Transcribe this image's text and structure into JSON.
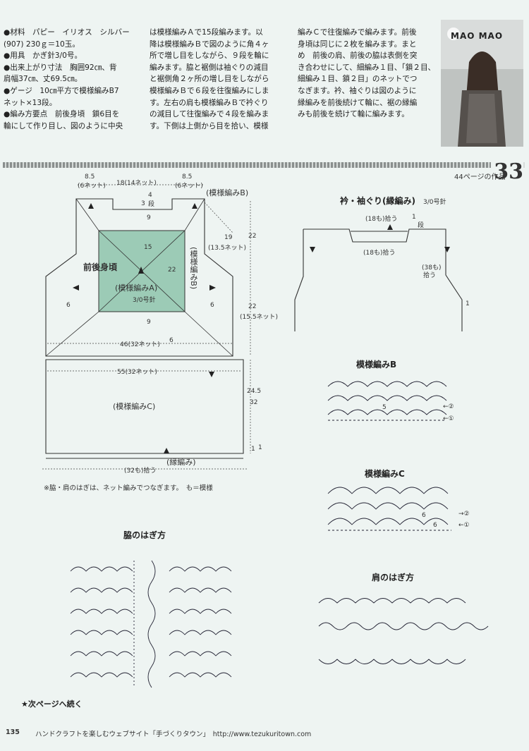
{
  "text_columns": {
    "col1": [
      "●材料　パピー　イリオス　シルバー",
      "(907) 230ｇ＝10玉。",
      "●用具　かぎ針3/0号。",
      "●出来上がり寸法　胸囲92㎝、背",
      "肩幅37㎝、丈69.5㎝。",
      "●ゲージ　10㎝平方で模様編みB7",
      "ネット×13段。",
      "●編み方要点　前後身頃　鎖6目を",
      "輪にして作り目し、図のように中央"
    ],
    "col2": [
      "は模様編みＡで15段編みます。以",
      "降は模様編みＢで図のように角４ヶ",
      "所で増し目をしながら、９段を輪に",
      "編みます。脇と裾側は袖ぐりの減目",
      "と裾側角２ヶ所の増し目をしながら",
      "模様編みＢで６段を往復編みにしま",
      "す。左右の肩も模様編みＢで衿ぐり",
      "の減目して往復編みで４段を編みま",
      "す。下側は上側から目を拾い、模様"
    ],
    "col3": [
      "編みＣで往復編みで編みます。前後",
      "身頃は同じに２枚を編みます。まと",
      "め　前後の肩、前後の脇は表側を突",
      "き合わせにして、細編み１目、「鎖２目、",
      "細編み１目、鎖２目」のネットでつ",
      "なぎます。衿、袖ぐりは図のように",
      "縁編みを前後続けて輪に、裾の縁編",
      "みも前後を続けて輪に編みます。"
    ]
  },
  "watermark": "MAO MAO",
  "page_ref": "44ページの作品",
  "page_badge": "33",
  "diagram": {
    "top_w_left": "8.5",
    "top_w_left_sub": "(6ネット)",
    "top_mid": "18(14ネット)",
    "top_w_right": "8.5",
    "top_w_right_sub": "(6ネット)",
    "pat_b_top": "(模様編みB)",
    "r4": "4",
    "r_dan": "段",
    "r3": "3",
    "r9": "9",
    "d19": "19",
    "d19_sub": "(13.5ネット)",
    "d22a": "22",
    "r15": "15",
    "r22": "22",
    "body_title": "前後身頃",
    "pat_b_vertical": "(模様編みB)",
    "pat_a": "(模様編みA)",
    "hook": "3/0号針",
    "r6l": "6",
    "r6r": "6",
    "d22b": "22",
    "d22b_sub": "(15.5ネット)",
    "r9b": "9",
    "width46": "46(32ネット)",
    "r6b": "6",
    "width55": "55(32ネット)",
    "pat_c": "(模様編みC)",
    "d24": "24.5",
    "r32": "32",
    "d1": "1",
    "r1": "1",
    "edge": "(縁編み)",
    "pickup32": "(32も)拾う",
    "note": "※脇・肩のはぎは、ネット編みでつなぎます。　も＝模様"
  },
  "neck": {
    "title": "衿・袖ぐり(縁編み)",
    "hook": "3/0号針",
    "p18a": "(18も)拾う",
    "p18b": "(18も)拾う",
    "r1": "1",
    "dan": "段",
    "p38": "(38も)",
    "p38b": "拾う",
    "r1b": "1"
  },
  "pattern_b": {
    "title": "模様編みB",
    "r2": "←②",
    "r1": "←①",
    "n": "5"
  },
  "pattern_c": {
    "title": "模様編みC",
    "r2": "→②",
    "r1": "←①",
    "n6a": "6",
    "n6b": "6"
  },
  "side_join": {
    "title": "脇のはぎ方"
  },
  "shoulder_join": {
    "title": "肩のはぎ方"
  },
  "continue": "★次ページへ続く",
  "footer": {
    "page": "135",
    "text": "ハンドクラフトを楽しむウェブサイト「手づくりタウン」　http://www.tezukuritown.com"
  }
}
